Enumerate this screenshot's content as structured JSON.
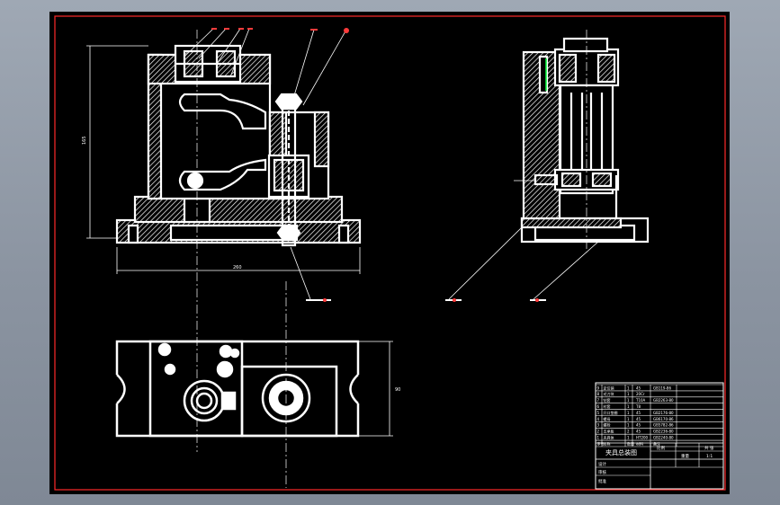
{
  "colors": {
    "background": "#8d96a3",
    "sheet": "#000000",
    "frame": "#ff2a2a",
    "line": "#ffffff",
    "leader": "#ff3b3b",
    "accent": "#00ff3c"
  },
  "title_block": {
    "drawing_title": "夹具总装图",
    "rows": [
      {
        "no": "9",
        "name": "定位销",
        "qty": "1",
        "material": "45",
        "note": "GB119-86"
      },
      {
        "no": "8",
        "name": "对刀块",
        "qty": "1",
        "material": "20Cr",
        "note": ""
      },
      {
        "no": "7",
        "name": "钻套",
        "qty": "1",
        "material": "T10A",
        "note": "GB2263-80"
      },
      {
        "no": "6",
        "name": "衬套",
        "qty": "1",
        "material": "T8",
        "note": ""
      },
      {
        "no": "5",
        "name": "开口垫圈",
        "qty": "1",
        "material": "45",
        "note": "GB2176-80"
      },
      {
        "no": "4",
        "name": "螺母",
        "qty": "1",
        "material": "45",
        "note": "GB6170-86"
      },
      {
        "no": "3",
        "name": "螺栓",
        "qty": "1",
        "material": "45",
        "note": "GB5782-86"
      },
      {
        "no": "2",
        "name": "支承板",
        "qty": "2",
        "material": "45",
        "note": "GB2236-80"
      },
      {
        "no": "1",
        "name": "夹具体",
        "qty": "1",
        "material": "HT200",
        "note": "GB2240-80"
      }
    ],
    "header": {
      "no": "序号",
      "name": "名称",
      "qty": "数量",
      "material": "材料",
      "note": "备注"
    },
    "meta": {
      "scale_label": "比例",
      "scale": "1:1",
      "sheet_label": "共 张",
      "weight_label": "重量",
      "designer_label": "设计",
      "checker_label": "审核",
      "approver_label": "批准"
    }
  },
  "dimensions": {
    "overall_width": "260",
    "overall_height": "165",
    "plan_depth": "90"
  }
}
